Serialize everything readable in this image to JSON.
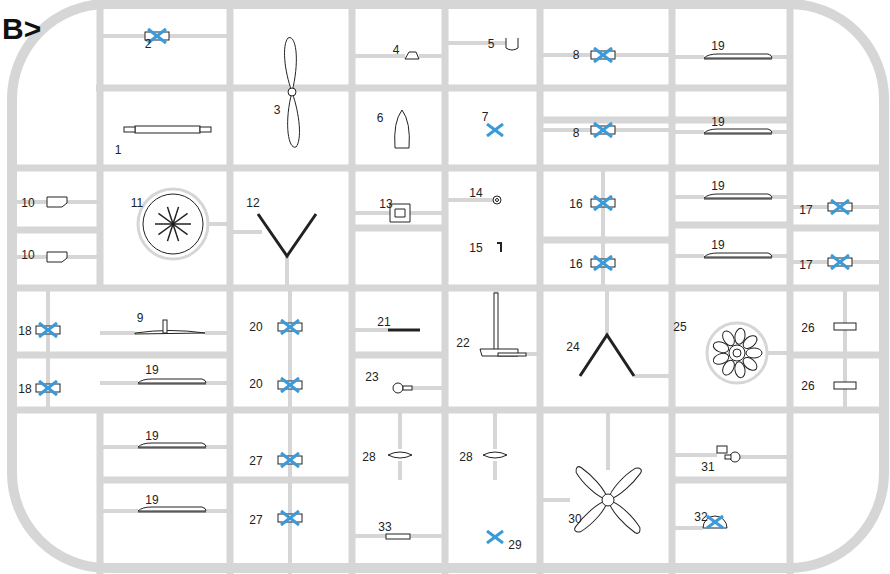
{
  "diagram": {
    "labels": [
      "B>",
      "2",
      "3",
      "4",
      "5",
      "8",
      "19",
      "1",
      "6",
      "7",
      "8",
      "19",
      "10",
      "11",
      "12",
      "13",
      "14",
      "16",
      "19",
      "17",
      "10",
      "15",
      "16",
      "19",
      "17",
      "18",
      "9",
      "20",
      "21",
      "22",
      "24",
      "25",
      "26",
      "18",
      "19",
      "20",
      "23",
      "26",
      "19",
      "27",
      "28",
      "28",
      "30",
      "31",
      "19",
      "27",
      "33",
      "29",
      "32"
    ]
  }
}
